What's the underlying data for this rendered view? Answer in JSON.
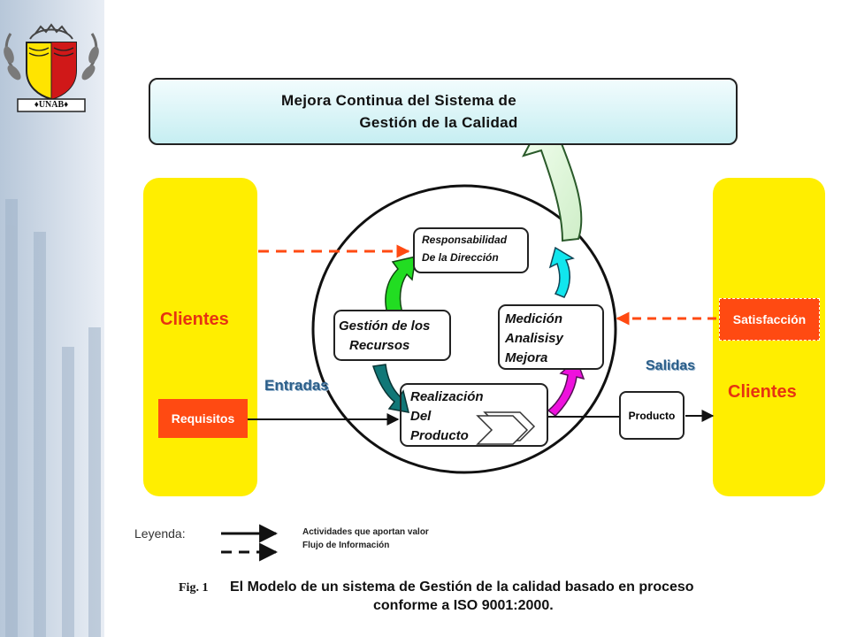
{
  "title": {
    "line1": "Mejora Continua del Sistema de",
    "line2": "Gestión de la Calidad"
  },
  "logo": {
    "text": "♦UNAB♦"
  },
  "left_panel": {
    "clients_label": "Clientes",
    "requirements_label": "Requisitos"
  },
  "right_panel": {
    "clients_label": "Clientes",
    "satisfaction_label": "Satisfacción"
  },
  "cycle": {
    "responsibility": [
      "Responsabilidad",
      "De la Dirección"
    ],
    "resources": [
      "Gestión de los",
      "Recursos"
    ],
    "measurement": [
      "Medición",
      "Analisisy",
      "Mejora"
    ],
    "realization": [
      "Realización",
      "Del",
      "Producto"
    ]
  },
  "inputs_label": "Entradas",
  "outputs_label": "Salidas",
  "product_label": "Producto",
  "legend": {
    "label": "Leyenda:",
    "solid": "Actividades que aportan valor",
    "dashed": "Flujo de Información"
  },
  "caption": {
    "fig": "Fig. 1",
    "line1": "El Modelo de un sistema de Gestión de la calidad basado en proceso",
    "line2": "conforme a ISO 9001:2000."
  },
  "colors": {
    "panel_yellow": "#ffee00",
    "orange": "#ff4a12",
    "title_fill": "#c6eef2",
    "arrow_green": "#22dd22",
    "arrow_teal": "#117777",
    "arrow_magenta": "#ee11dd",
    "arrow_cyan": "#11e6ee"
  }
}
